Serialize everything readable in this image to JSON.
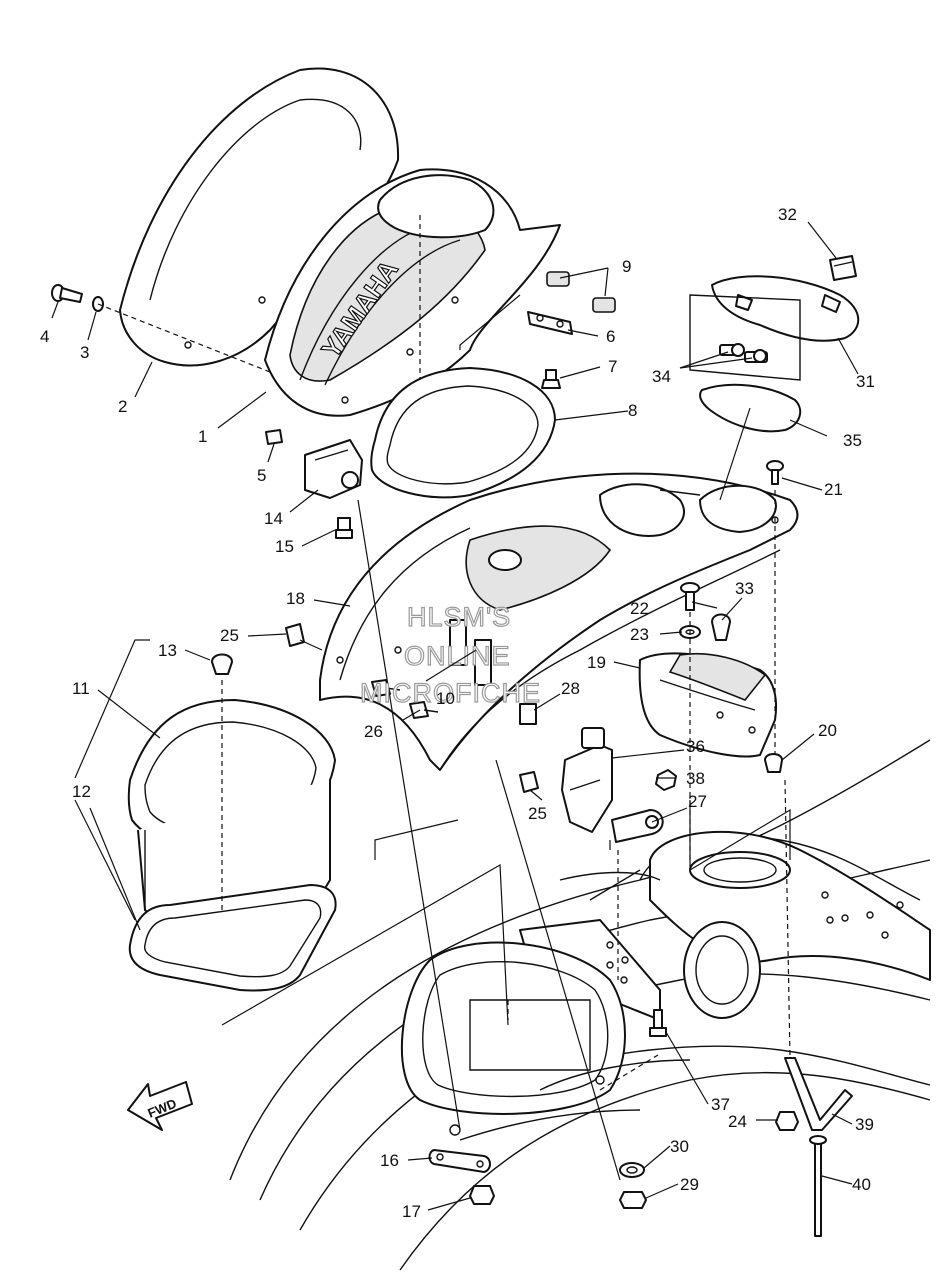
{
  "diagram": {
    "brand_logo": "YAMAHA",
    "direction_label": "FWD",
    "watermark": [
      "HLSM'S",
      "ONLINE",
      "MICROFICHE"
    ],
    "callouts": [
      {
        "id": "c1",
        "label": "1"
      },
      {
        "id": "c2",
        "label": "2"
      },
      {
        "id": "c3",
        "label": "3"
      },
      {
        "id": "c4",
        "label": "4"
      },
      {
        "id": "c5",
        "label": "5"
      },
      {
        "id": "c6",
        "label": "6"
      },
      {
        "id": "c7",
        "label": "7"
      },
      {
        "id": "c8",
        "label": "8"
      },
      {
        "id": "c9",
        "label": "9"
      },
      {
        "id": "c10",
        "label": "10"
      },
      {
        "id": "c11",
        "label": "11"
      },
      {
        "id": "c12",
        "label": "12"
      },
      {
        "id": "c13",
        "label": "13"
      },
      {
        "id": "c14",
        "label": "14"
      },
      {
        "id": "c15",
        "label": "15"
      },
      {
        "id": "c16",
        "label": "16"
      },
      {
        "id": "c17",
        "label": "17"
      },
      {
        "id": "c18",
        "label": "18"
      },
      {
        "id": "c19",
        "label": "19"
      },
      {
        "id": "c20",
        "label": "20"
      },
      {
        "id": "c21",
        "label": "21"
      },
      {
        "id": "c22",
        "label": "22"
      },
      {
        "id": "c23",
        "label": "23"
      },
      {
        "id": "c24",
        "label": "24"
      },
      {
        "id": "c25a",
        "label": "25"
      },
      {
        "id": "c25b",
        "label": "25"
      },
      {
        "id": "c26",
        "label": "26"
      },
      {
        "id": "c27",
        "label": "27"
      },
      {
        "id": "c28",
        "label": "28"
      },
      {
        "id": "c29",
        "label": "29"
      },
      {
        "id": "c30",
        "label": "30"
      },
      {
        "id": "c31",
        "label": "31"
      },
      {
        "id": "c32",
        "label": "32"
      },
      {
        "id": "c33",
        "label": "33"
      },
      {
        "id": "c34",
        "label": "34"
      },
      {
        "id": "c35",
        "label": "35"
      },
      {
        "id": "c36",
        "label": "36"
      },
      {
        "id": "c37",
        "label": "37"
      },
      {
        "id": "c38",
        "label": "38"
      },
      {
        "id": "c39",
        "label": "39"
      },
      {
        "id": "c40",
        "label": "40"
      }
    ]
  }
}
